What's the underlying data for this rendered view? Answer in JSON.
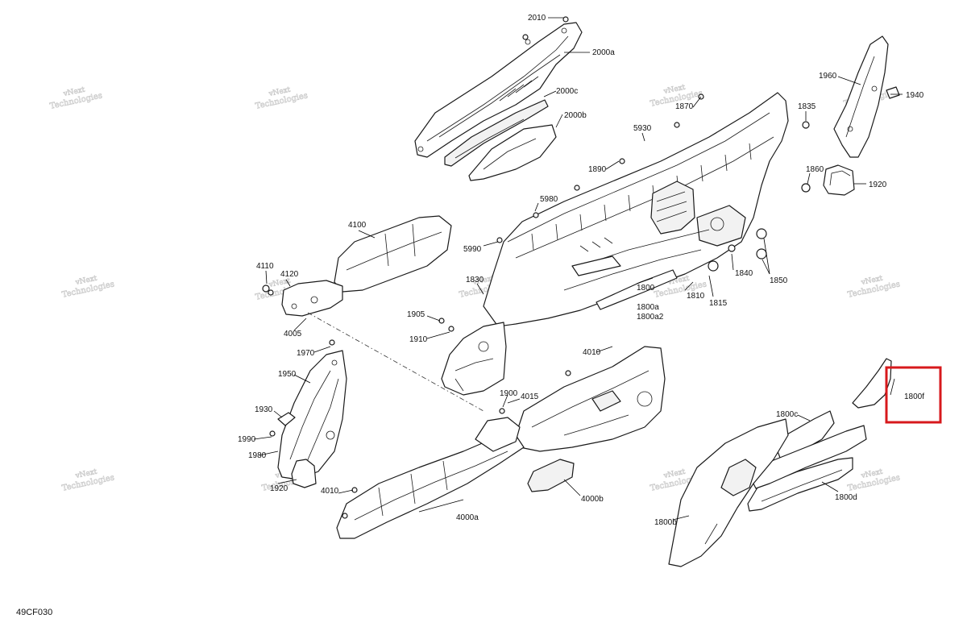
{
  "diagram": {
    "reference_code": "49CF030",
    "highlight_color": "#d7191c",
    "highlighted_callout": "1800f",
    "watermark": {
      "line1": "vNext",
      "line2": "Technologies",
      "full": "vNext Technologies"
    },
    "callouts": [
      "2010",
      "2000a",
      "2000c",
      "2000b",
      "1960",
      "1940",
      "1835",
      "1870",
      "5930",
      "1890",
      "1860",
      "1920",
      "5980",
      "4100",
      "5990",
      "4110",
      "4120",
      "4005",
      "1830",
      "1800",
      "1800a",
      "1800a2",
      "1810",
      "1815",
      "1840",
      "1850",
      "1905",
      "1910",
      "4010",
      "1970",
      "1950",
      "1930",
      "1990",
      "1980",
      "1900",
      "4015",
      "1800f",
      "1800c",
      "1920",
      "4010",
      "4000a",
      "4000b",
      "1800d",
      "1800b"
    ]
  }
}
